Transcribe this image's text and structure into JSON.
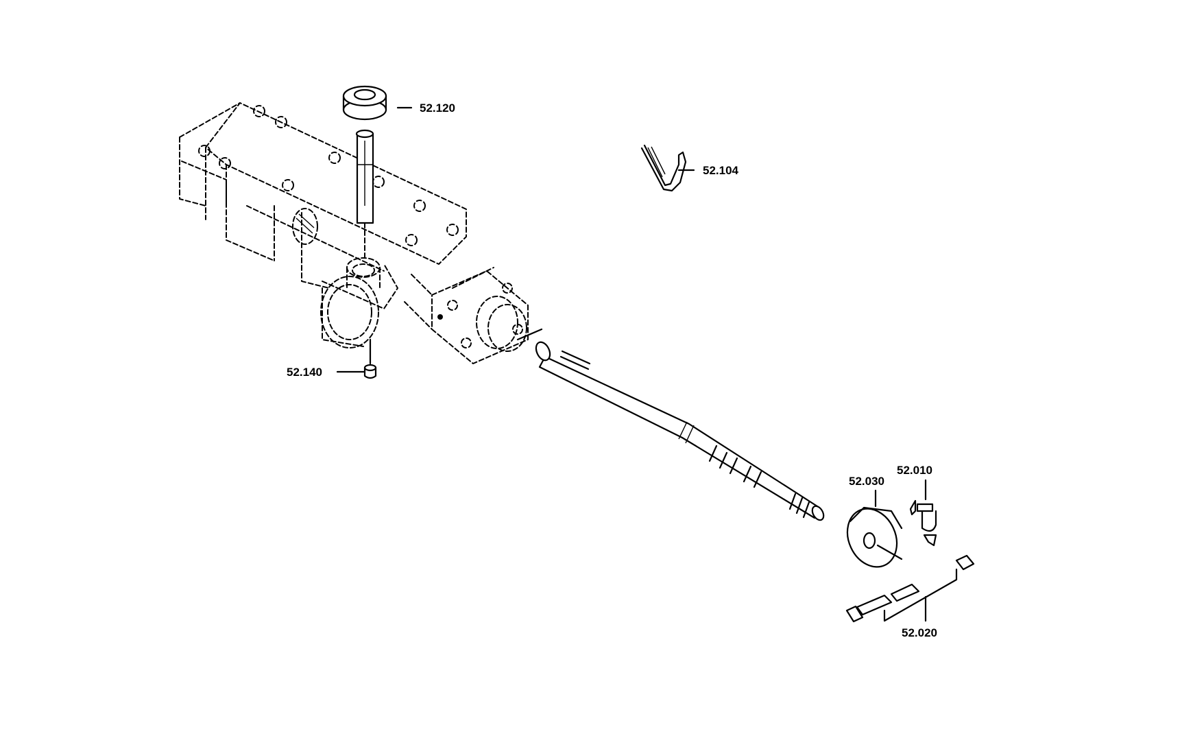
{
  "callouts": {
    "c_52120": "52.120",
    "c_52104": "52.104",
    "c_52140": "52.140",
    "c_52030": "52.030",
    "c_52010": "52.010",
    "c_52020": "52.020"
  },
  "colors": {
    "line": "#000000",
    "background": "#ffffff"
  }
}
